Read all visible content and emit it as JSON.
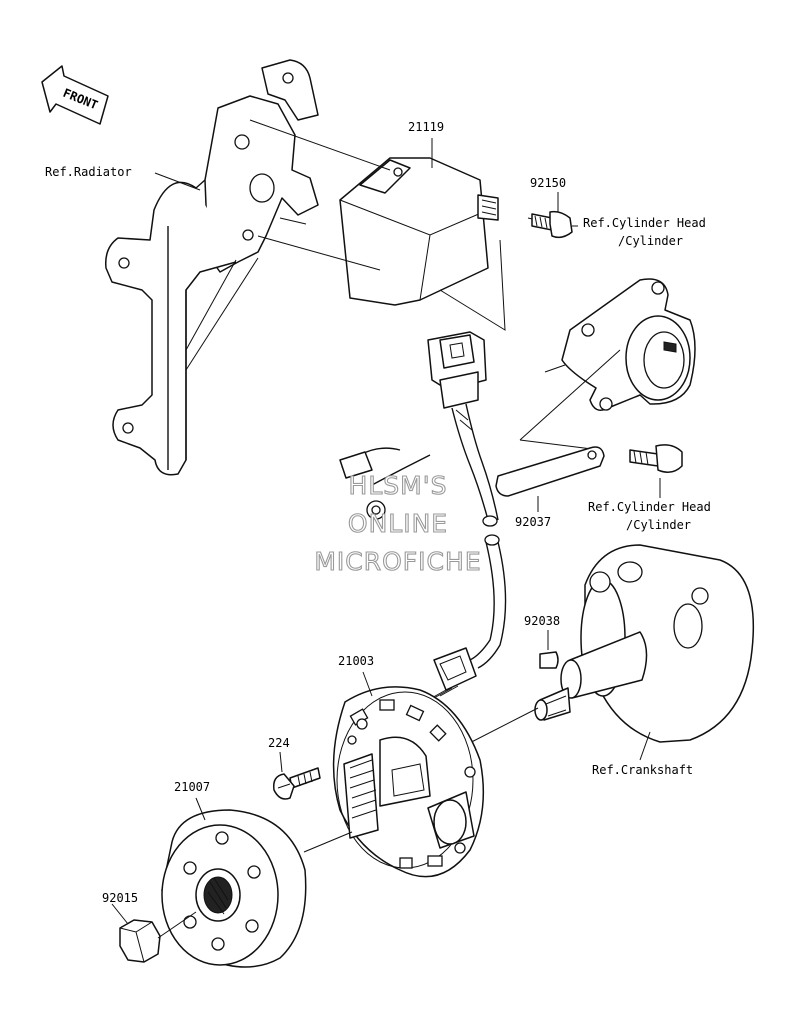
{
  "diagram": {
    "front_marker": "FRONT",
    "watermark": [
      "HLSM'S",
      "ONLINE",
      "MICROFICHE"
    ],
    "part_numbers": {
      "p21119": "21119",
      "p92150": "92150",
      "p92037": "92037",
      "p92038": "92038",
      "p21003": "21003",
      "p224": "224",
      "p21007": "21007",
      "p92015": "92015"
    },
    "references": {
      "radiator": "Ref.Radiator",
      "cyl_head_1_line1": "Ref.Cylinder Head",
      "cyl_head_1_line2": "/Cylinder",
      "cyl_head_2_line1": "Ref.Cylinder Head",
      "cyl_head_2_line2": "/Cylinder",
      "crankshaft": "Ref.Crankshaft"
    }
  }
}
